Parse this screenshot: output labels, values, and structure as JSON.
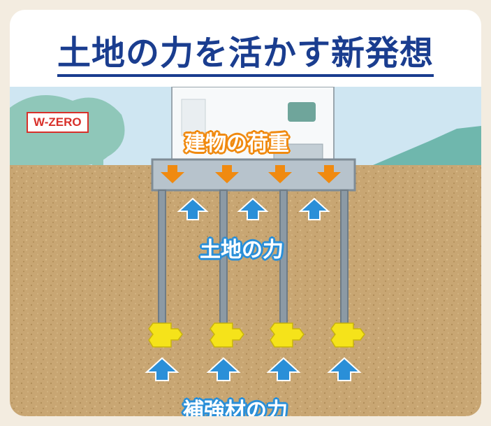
{
  "header": {
    "title": "土地の力を活かす新発想"
  },
  "diagram": {
    "badge": "W-ZERO",
    "building_load_label": "建物の荷重",
    "soil_force_label": "土地の力",
    "reinforcement_force_label": "補強材の力",
    "colors": {
      "title": "#1a3d8f",
      "badge": "#d8302a",
      "load_arrow": "#f08a10",
      "up_arrow": "#2a8fd8",
      "anchor": "#f5e31a",
      "soil": "#c8a673",
      "sky": "#cfe6f2",
      "foundation": "#b7c3cc",
      "pile": "#8c9aa5"
    },
    "icons": [
      "tree-icon",
      "house-icon",
      "mountain-icon"
    ]
  }
}
